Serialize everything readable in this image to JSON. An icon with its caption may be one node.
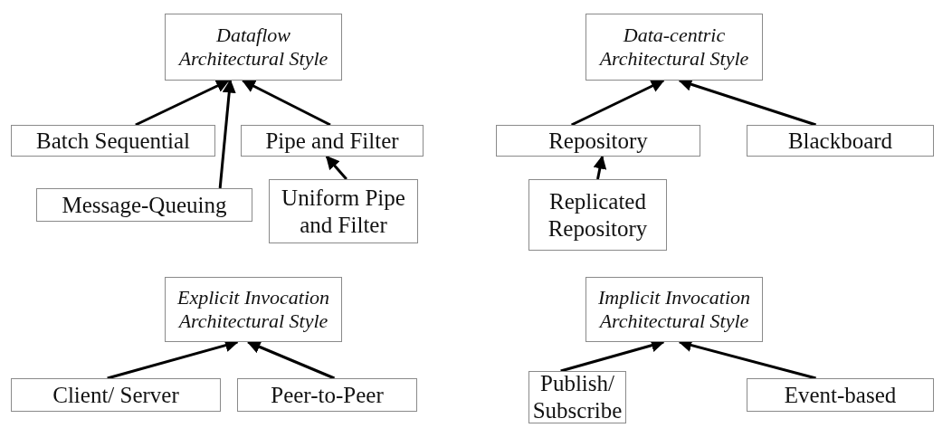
{
  "diagram": {
    "nodes": [
      {
        "text": [
          "Dataflow Architectural Style"
        ]
      },
      {
        "text": [
          "Batch Sequential"
        ]
      },
      {
        "text": [
          "Message-Queuing"
        ]
      },
      {
        "text": [
          "Pipe and Filter"
        ]
      },
      {
        "text": [
          "Uniform Pipe and Filter"
        ]
      },
      {
        "text": [
          "Data-centric Architectural Style"
        ]
      },
      {
        "text": [
          "Repository"
        ]
      },
      {
        "text": [
          "Blackboard"
        ]
      },
      {
        "text": [
          "Replicated Repository"
        ]
      },
      {
        "text": [
          "Explicit Invocation Architectural Style"
        ]
      },
      {
        "text": [
          "Client/ Server"
        ]
      },
      {
        "text": [
          "Peer-to-Peer"
        ]
      },
      {
        "text": [
          "Implicit Invocation Architectural Style"
        ]
      },
      {
        "text": [
          "Publish/ Subscribe"
        ]
      },
      {
        "text": [
          "Event-based"
        ]
      }
    ],
    "edges": [
      {
        "from": 1,
        "to": 0,
        "arrow": "to"
      },
      {
        "from": 2,
        "to": 0,
        "arrow": "to"
      },
      {
        "from": 3,
        "to": 0,
        "arrow": "to"
      },
      {
        "from": 4,
        "to": 3,
        "arrow": "to"
      },
      {
        "from": 6,
        "to": 5,
        "arrow": "to"
      },
      {
        "from": 7,
        "to": 5,
        "arrow": "to"
      },
      {
        "from": 8,
        "to": 6,
        "arrow": "to"
      },
      {
        "from": 10,
        "to": 9,
        "arrow": "to"
      },
      {
        "from": 11,
        "to": 9,
        "arrow": "to"
      },
      {
        "from": 13,
        "to": 12,
        "arrow": "to"
      },
      {
        "from": 14,
        "to": 12,
        "arrow": "to"
      }
    ]
  }
}
